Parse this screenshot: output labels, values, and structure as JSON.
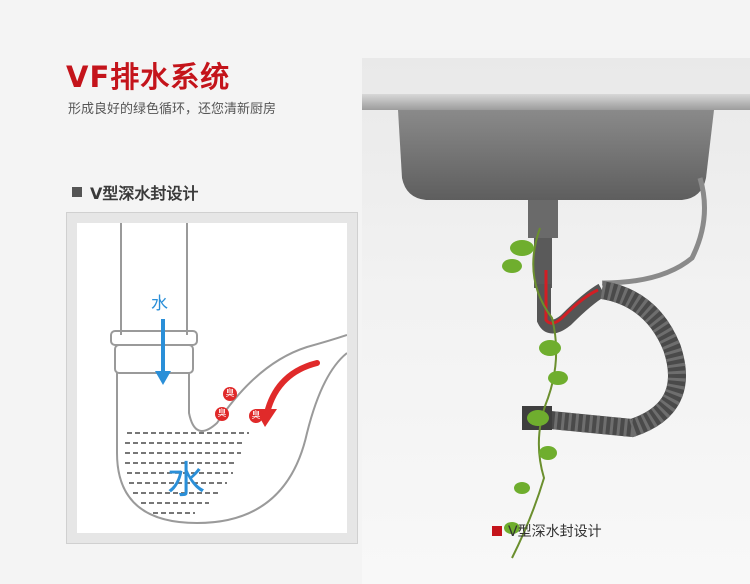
{
  "title": "VF排水系统",
  "subtitle": "形成良好的绿色循环，还您清新厨房",
  "section_heading": "V型深水封设计",
  "diagram": {
    "water_label_top": "水",
    "water_label_big": "水",
    "odor_labels": [
      "臭",
      "臭",
      "臭"
    ],
    "colors": {
      "water": "#2a8fd8",
      "arrow_red": "#e02a2a"
    }
  },
  "photo": {
    "caption": "V型深水封设计"
  },
  "colors": {
    "accent": "#c4141b",
    "text": "#3a3a3a"
  },
  "icons": [
    "bullet-square",
    "water-flow-arrow",
    "odor-flow-arrow",
    "odor-badge",
    "red-bullet-square"
  ]
}
